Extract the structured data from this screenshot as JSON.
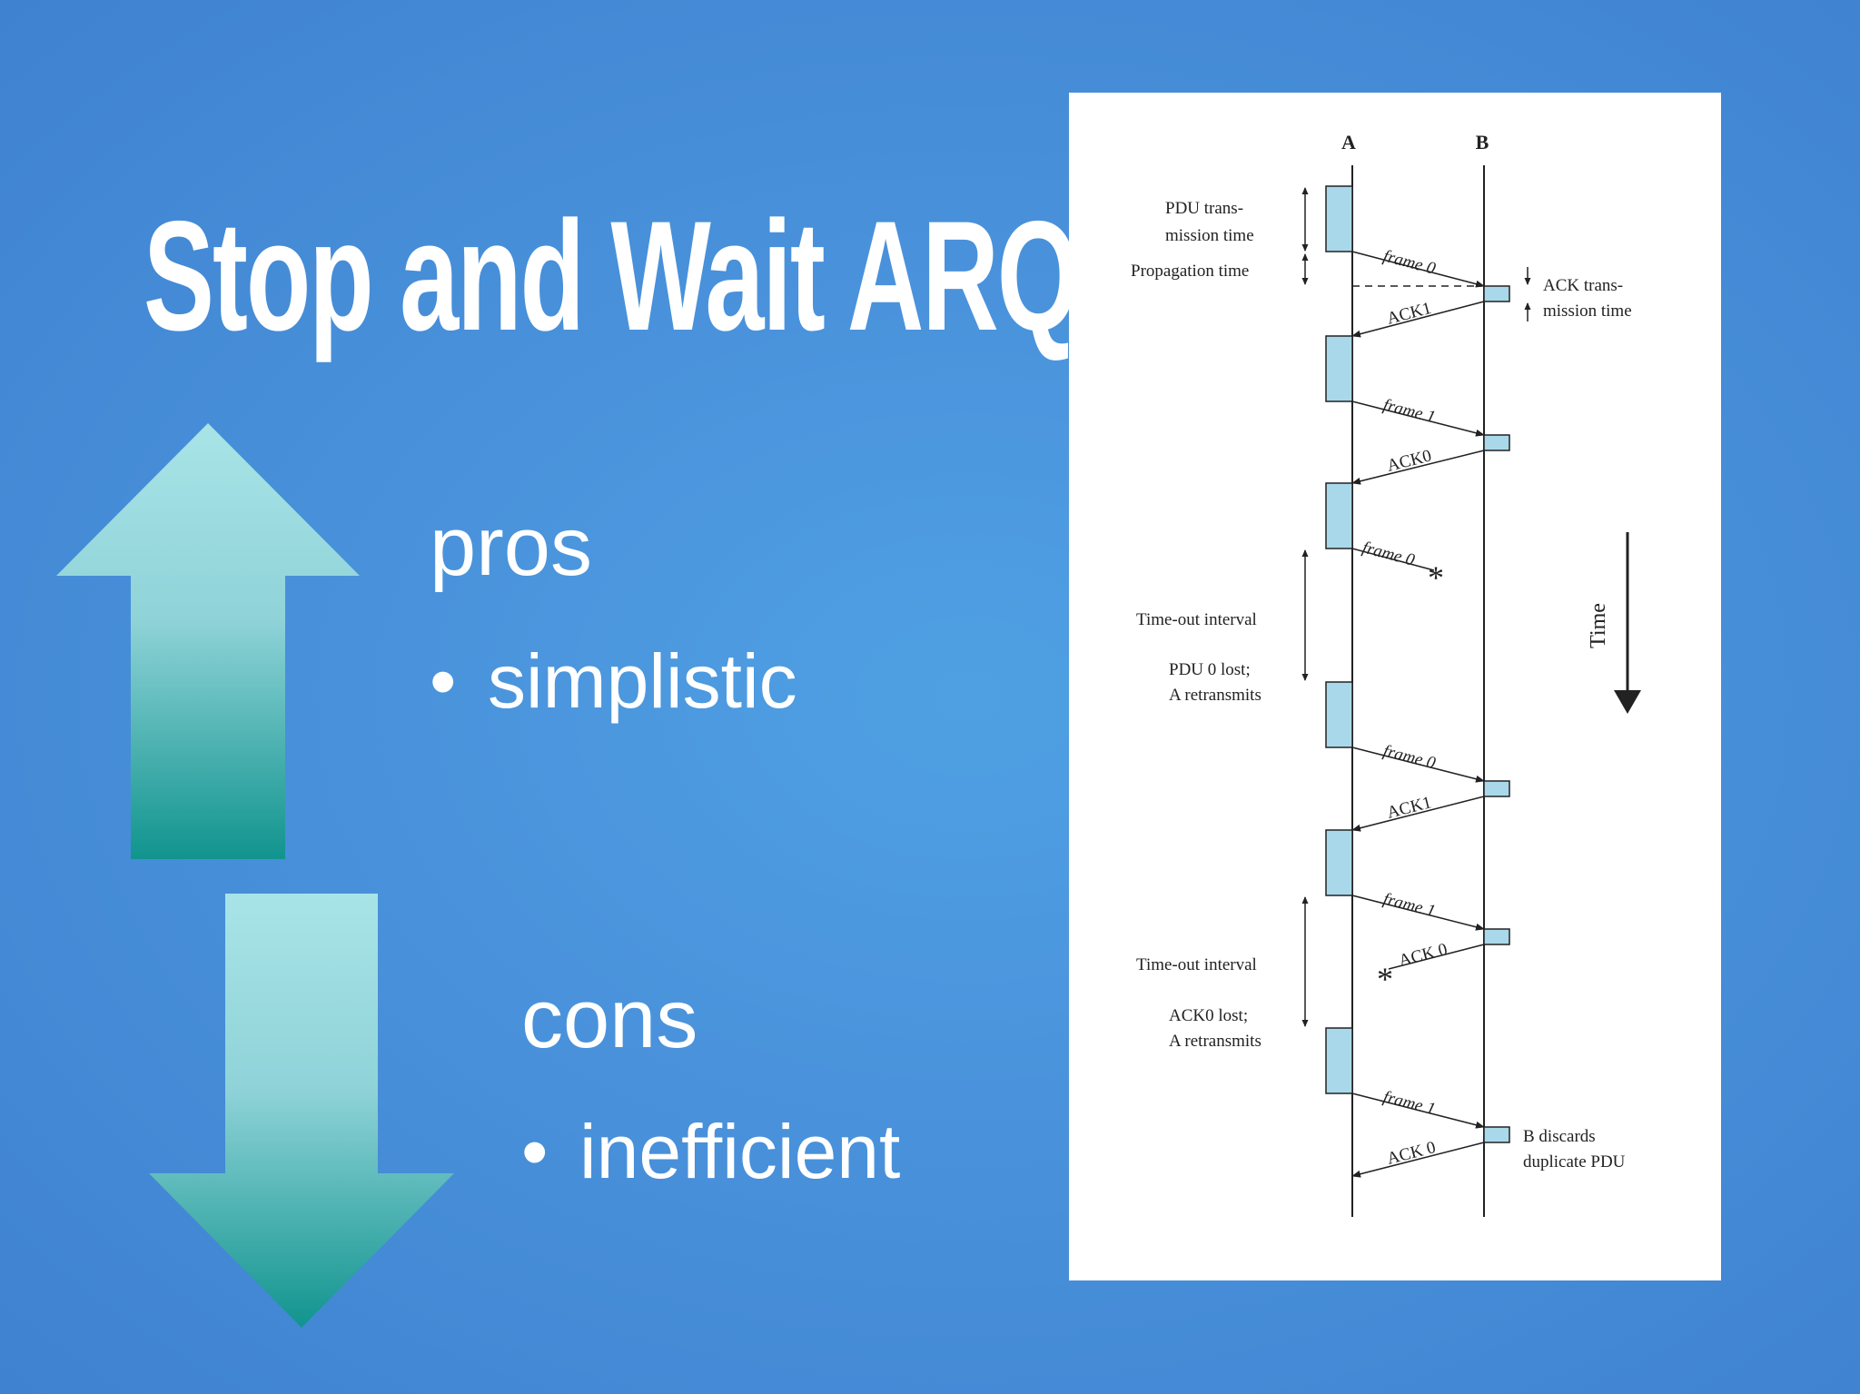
{
  "slide": {
    "title": "Stop and Wait ARQ",
    "pros": {
      "heading": "pros",
      "bullet_symbol": "•",
      "items": [
        "simplistic"
      ]
    },
    "cons": {
      "heading": "cons",
      "bullet_symbol": "•",
      "items": [
        "inefficient"
      ]
    }
  },
  "diagram": {
    "station_a": "A",
    "station_b": "B",
    "time_axis_label": "Time",
    "messages": [
      {
        "label": "frame 0"
      },
      {
        "label": "ACK1"
      },
      {
        "label": "frame 1"
      },
      {
        "label": "ACK0"
      },
      {
        "label": "frame 0",
        "lost": true
      },
      {
        "label": "frame 0"
      },
      {
        "label": "ACK1"
      },
      {
        "label": "frame 1"
      },
      {
        "label": "ACK 0",
        "lost": true
      },
      {
        "label": "frame 1"
      },
      {
        "label": "ACK 0"
      }
    ],
    "annotations": {
      "pdu_tx_1": "PDU trans-",
      "pdu_tx_2": "mission time",
      "propagation": "Propagation time",
      "ack_tx_1": "ACK trans-",
      "ack_tx_2": "mission time",
      "timeout_1": "Time-out interval",
      "pdu_lost_1": "PDU 0 lost;",
      "pdu_lost_2": "A retransmits",
      "timeout_2": "Time-out interval",
      "ack_lost_1": "ACK0 lost;",
      "ack_lost_2": "A retransmits",
      "discard_1": "B discards",
      "discard_2": "duplicate PDU"
    },
    "colors": {
      "frame_box": "#a9d8ea",
      "line": "#222222"
    }
  },
  "colors": {
    "background": "#4a93dc",
    "arrow_top": "#a6e3e6",
    "arrow_bottom": "#13958f"
  }
}
